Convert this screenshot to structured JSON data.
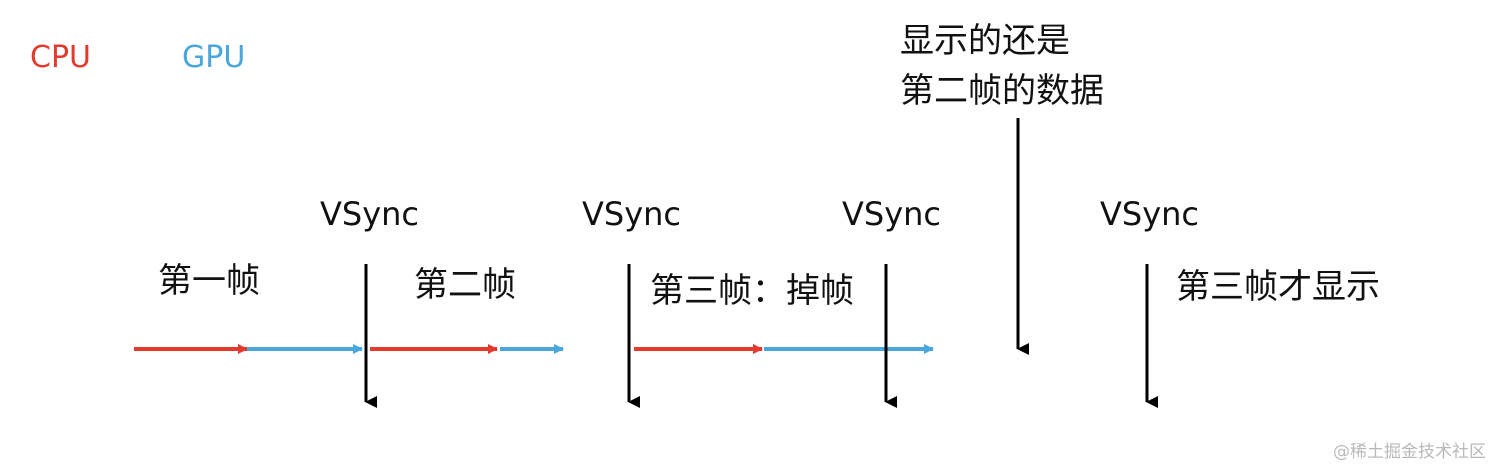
{
  "legend": {
    "cpu": {
      "label": "CPU",
      "color": "#e23b2e"
    },
    "gpu": {
      "label": "GPU",
      "color": "#4aa7de"
    }
  },
  "vsync_label": "VSync",
  "frames": {
    "frame1": "第一帧",
    "frame2": "第二帧",
    "frame3_dropped": "第三帧：掉帧",
    "frame3_shown": "第三帧才显示"
  },
  "note": {
    "line1": "显示的还是",
    "line2": "第二帧的数据"
  },
  "watermark": "@稀土掘金技术社区"
}
